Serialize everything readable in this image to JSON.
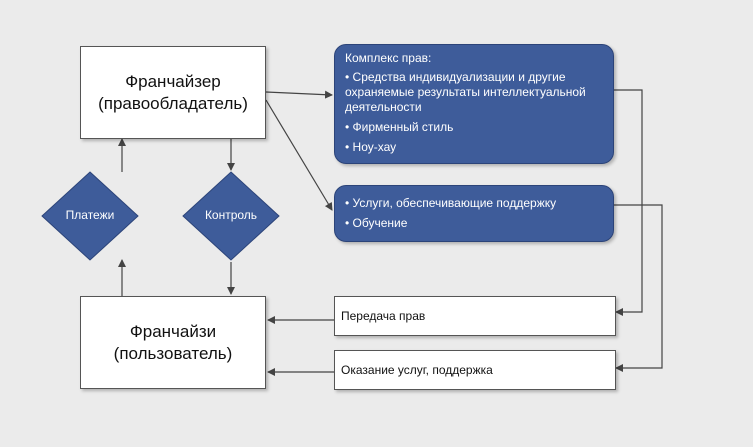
{
  "franchisor": {
    "line1": "Франчайзер",
    "line2": "(правообладатель)"
  },
  "franchisee": {
    "line1": "Франчайзи",
    "line2": "(пользователь)"
  },
  "diamonds": {
    "payments": "Платежи",
    "control": "Контроль"
  },
  "rights_complex": {
    "header": "Комплекс прав:",
    "items": [
      "Средства индивидуализации и другие охраняемые результаты интеллектуальной деятельности",
      "Фирменный стиль",
      "Ноу-хау"
    ]
  },
  "services": {
    "items": [
      "Услуги, обеспечивающие поддержку",
      "Обучение"
    ]
  },
  "transfer": {
    "label": "Передача прав"
  },
  "support": {
    "label": "Оказание услуг, поддержка"
  },
  "colors": {
    "blue": "#3e5c9a",
    "line": "#555555",
    "background": "#ebebeb"
  }
}
